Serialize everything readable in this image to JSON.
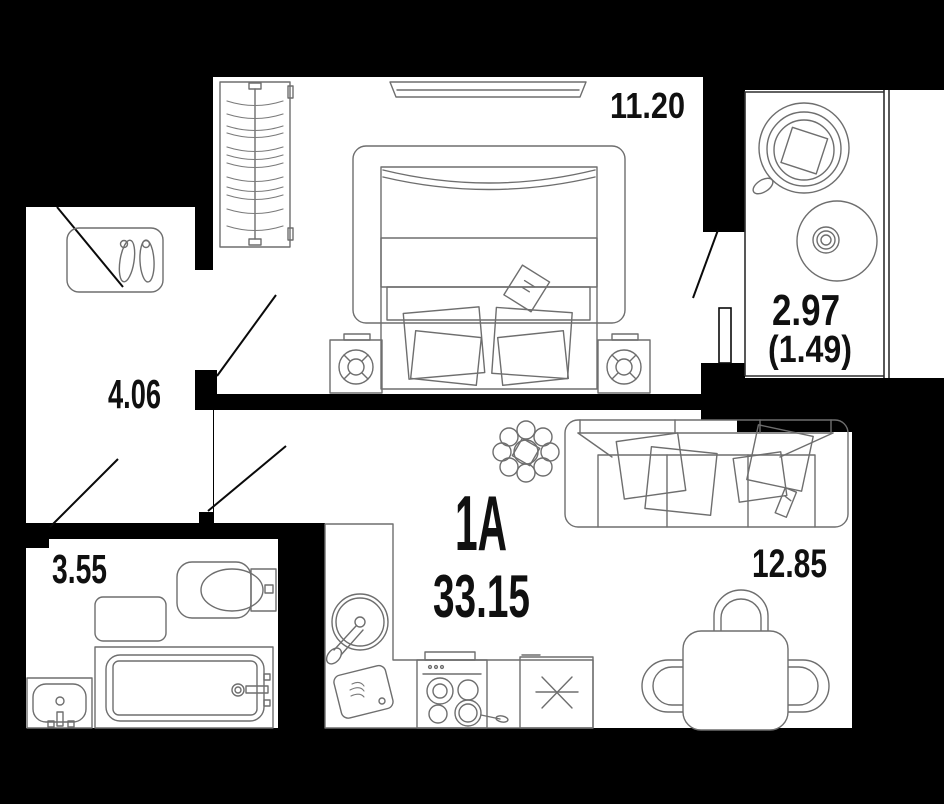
{
  "plan": {
    "unit_label": "1A",
    "total_area": "33.15",
    "rooms": {
      "bedroom": {
        "name": "bedroom",
        "area": "11.20"
      },
      "hallway": {
        "name": "hallway",
        "area": "4.06"
      },
      "bathroom": {
        "name": "bathroom",
        "area": "3.55"
      },
      "living_kitchen": {
        "name": "living-kitchen",
        "area": "12.85"
      },
      "balcony": {
        "name": "balcony",
        "area": "2.97",
        "area_reduced": "(1.49)"
      }
    },
    "furniture_icons": {
      "bedroom": [
        "wardrobe-icon",
        "shelf-icon",
        "double-bed-icon",
        "pillow-icon",
        "nightstand-icon"
      ],
      "balcony": [
        "armchair-icon",
        "round-table-icon"
      ],
      "hallway": [
        "shoe-cabinet-icon",
        "shoes-icon"
      ],
      "bathroom": [
        "washing-machine-icon",
        "toilet-icon",
        "bathtub-icon",
        "sink-icon"
      ],
      "living_kitchen": [
        "kitchen-sink-icon",
        "cutting-board-icon",
        "stove-icon",
        "fridge-icon",
        "plant-icon",
        "sofa-icon",
        "dining-table-icon",
        "chair-icon"
      ]
    },
    "colors": {
      "background": "#000000",
      "floor": "#ffffff",
      "wall": "#000000",
      "furniture_line": "#6e6e6e",
      "text": "#101010"
    }
  }
}
